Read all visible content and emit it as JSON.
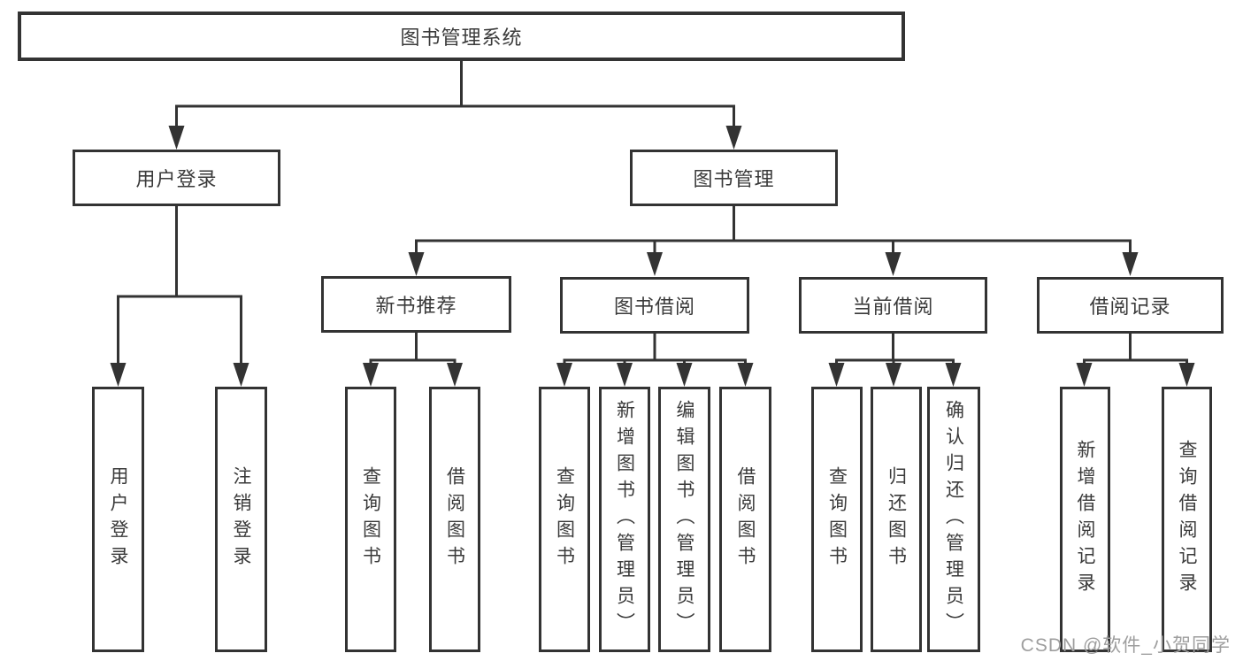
{
  "diagram": {
    "root": {
      "label": "图书管理系统"
    },
    "branches": [
      {
        "label": "用户登录",
        "children": [
          {
            "label": "用户登录"
          },
          {
            "label": "注销登录"
          }
        ]
      },
      {
        "label": "图书管理",
        "children": [
          {
            "label": "新书推荐",
            "children": [
              {
                "label": "查询图书"
              },
              {
                "label": "借阅图书"
              }
            ]
          },
          {
            "label": "图书借阅",
            "children": [
              {
                "label": "查询图书"
              },
              {
                "label": "新增图书（管理员）"
              },
              {
                "label": "编辑图书（管理员）"
              },
              {
                "label": "借阅图书"
              }
            ]
          },
          {
            "label": "当前借阅",
            "children": [
              {
                "label": "查询图书"
              },
              {
                "label": "归还图书"
              },
              {
                "label": "确认归还（管理员）"
              }
            ]
          },
          {
            "label": "借阅记录",
            "children": [
              {
                "label": "新增借阅记录"
              },
              {
                "label": "查询借阅记录"
              }
            ]
          }
        ]
      }
    ]
  },
  "watermark": {
    "text": "CSDN @软件_小贺同学"
  },
  "colors": {
    "line": "#333333",
    "border": "#333333",
    "text": "#3a3a3a",
    "watermark": "#9e9e9e",
    "background": "#ffffff"
  }
}
